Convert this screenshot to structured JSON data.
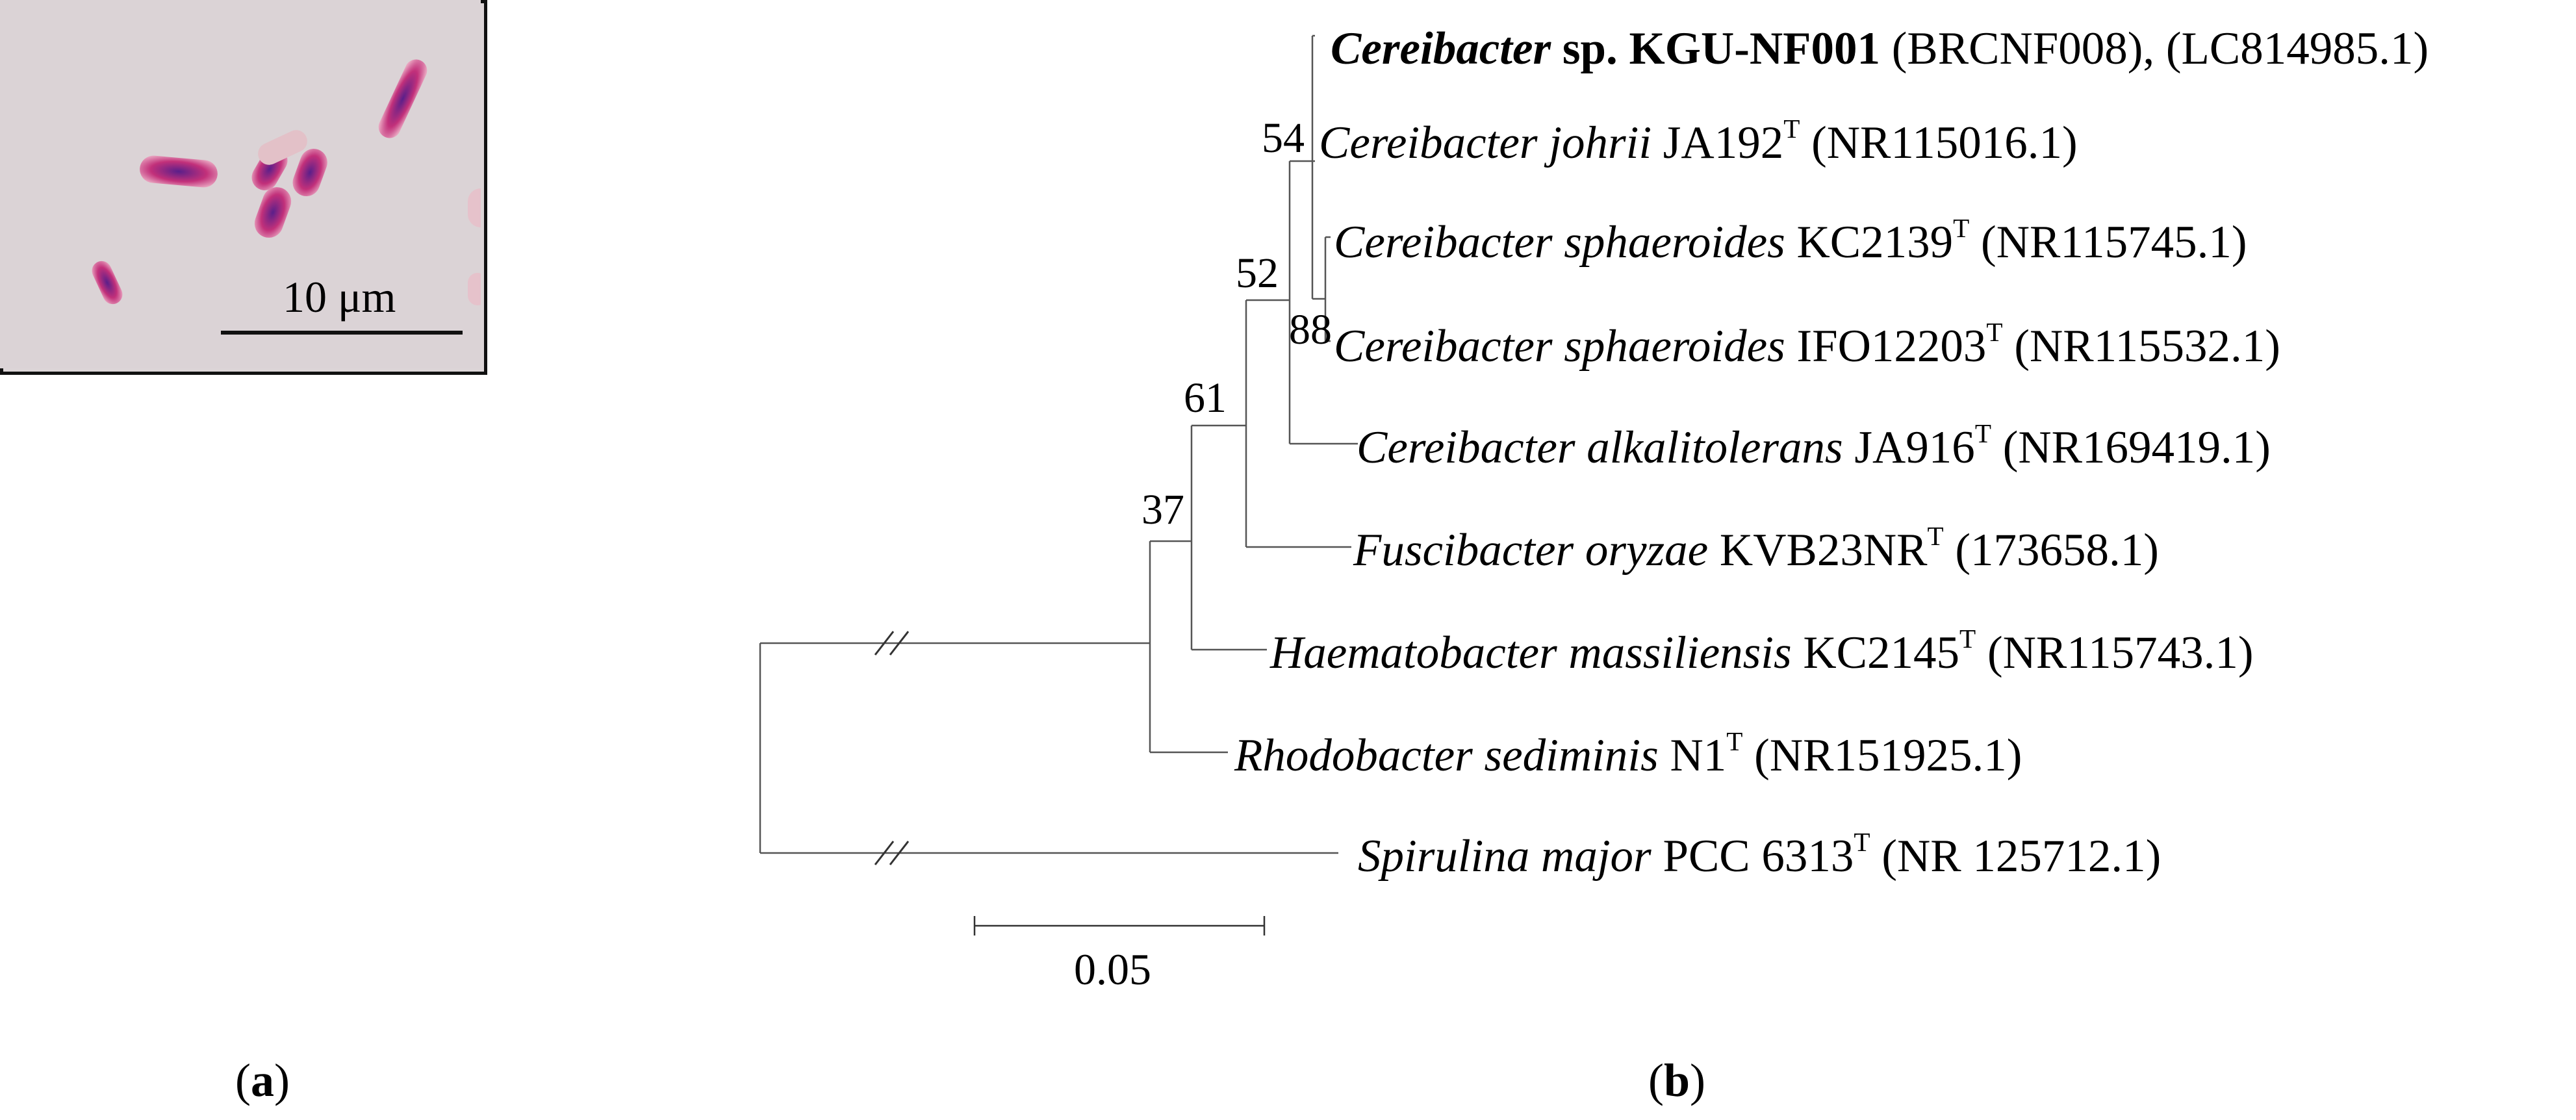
{
  "panel_a": {
    "label": "a",
    "scale_bar_label": "10 μm"
  },
  "panel_b": {
    "label": "b",
    "scale_bar_label": "0.05",
    "taxa": [
      {
        "genus_species": "Cereibacter",
        "strain": "sp. KGU-NF001",
        "extra": "(BRCNF008), (LC814985.1)",
        "type_strain": false,
        "highlight": true
      },
      {
        "genus_species": "Cereibacter johrii",
        "strain": "JA192",
        "extra": "(NR115016.1)",
        "type_strain": true
      },
      {
        "genus_species": "Cereibacter sphaeroides",
        "strain": "KC2139",
        "extra": "(NR115745.1)",
        "type_strain": true
      },
      {
        "genus_species": "Cereibacter sphaeroides",
        "strain": "IFO12203",
        "extra": "(NR115532.1)",
        "type_strain": true
      },
      {
        "genus_species": "Cereibacter alkalitolerans",
        "strain": "JA916",
        "extra": "(NR169419.1)",
        "type_strain": true
      },
      {
        "genus_species": "Fuscibacter oryzae",
        "strain": "KVB23NR",
        "extra": "(173658.1)",
        "type_strain": true
      },
      {
        "genus_species": "Haematobacter massiliensis",
        "strain": "KC2145",
        "extra": "(NR115743.1)",
        "type_strain": true
      },
      {
        "genus_species": "Rhodobacter sediminis",
        "strain": "N1",
        "extra": "(NR151925.1)",
        "type_strain": true
      },
      {
        "genus_species": "Spirulina major",
        "strain": "PCC 6313",
        "extra": "(NR 125712.1)",
        "type_strain": true
      }
    ],
    "type_strain_mark": "T",
    "bootstrap_values": [
      "54",
      "88",
      "52",
      "61",
      "37"
    ]
  }
}
